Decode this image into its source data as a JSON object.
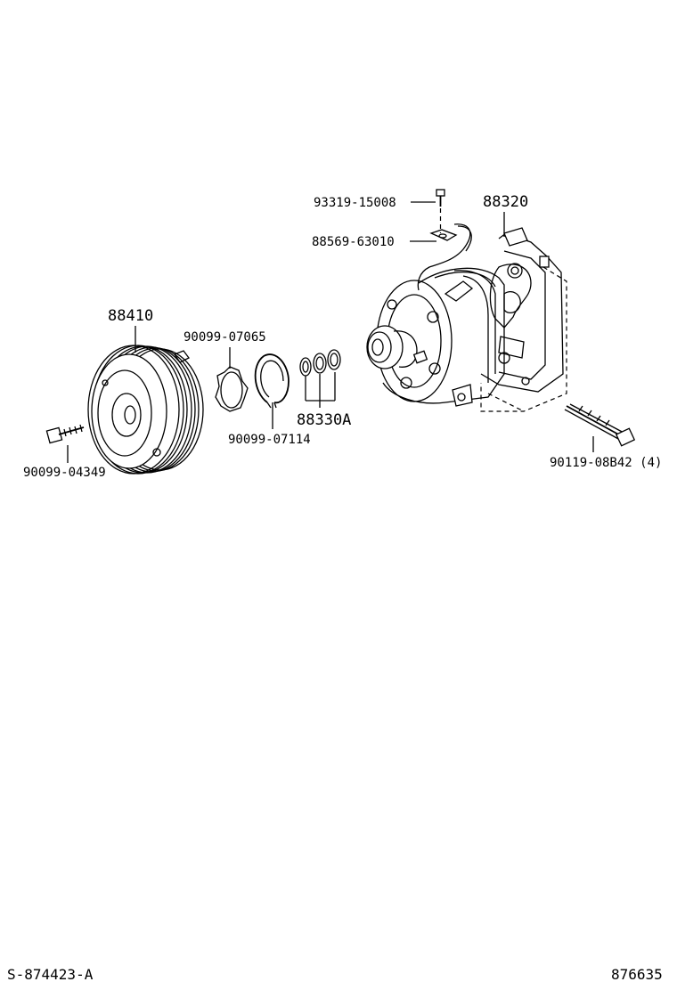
{
  "labels": {
    "bolt_top": "93319-15008",
    "compressor": "88320",
    "bracket": "88569-63010",
    "clutch_assy": "88410",
    "shim_ring": "90099-07065",
    "snap_ring": "90099-07114",
    "shim_set": "88330A",
    "clutch_bolt": "90099-04349",
    "mount_bolt": "90119-08B42 (4)"
  },
  "footer": {
    "left_code": "S-874423-A",
    "right_code": "876635"
  }
}
